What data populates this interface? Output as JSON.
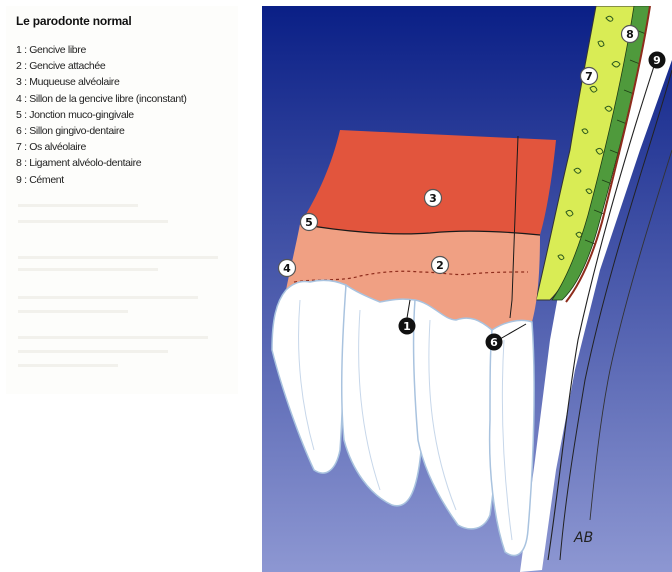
{
  "legend": {
    "title": "Le parodonte normal",
    "items": [
      {
        "number": "1",
        "label": "Gencive libre"
      },
      {
        "number": "2",
        "label": "Gencive attachée"
      },
      {
        "number": "3",
        "label": "Muqueuse alvéolaire"
      },
      {
        "number": "4",
        "label": "Sillon de la gencive libre (inconstant)"
      },
      {
        "number": "5",
        "label": "Jonction muco-gingivale"
      },
      {
        "number": "6",
        "label": "Sillon gingivo-dentaire"
      },
      {
        "number": "7",
        "label": "Os alvéolaire"
      },
      {
        "number": "8",
        "label": "Ligament alvéolo-dentaire"
      },
      {
        "number": "9",
        "label": "Cément"
      }
    ]
  },
  "diagram": {
    "markers": [
      {
        "number": "1",
        "style": "filled"
      },
      {
        "number": "2",
        "style": "outlined"
      },
      {
        "number": "3",
        "style": "outlined"
      },
      {
        "number": "4",
        "style": "outlined"
      },
      {
        "number": "5",
        "style": "outlined"
      },
      {
        "number": "6",
        "style": "filled"
      },
      {
        "number": "7",
        "style": "outlined"
      },
      {
        "number": "8",
        "style": "outlined"
      },
      {
        "number": "9",
        "style": "filled"
      }
    ],
    "colors": {
      "background_top": "#0a1f86",
      "background_bottom": "#8d97d2",
      "alveolar_mucosa": "#e2553d",
      "attached_gingiva": "#f0a083",
      "alveolar_bone": "#d9ec55",
      "ligament": "#4f9a3c",
      "tooth": "#ffffff",
      "tooth_outline": "#a9c3df"
    },
    "signature": "AB"
  }
}
